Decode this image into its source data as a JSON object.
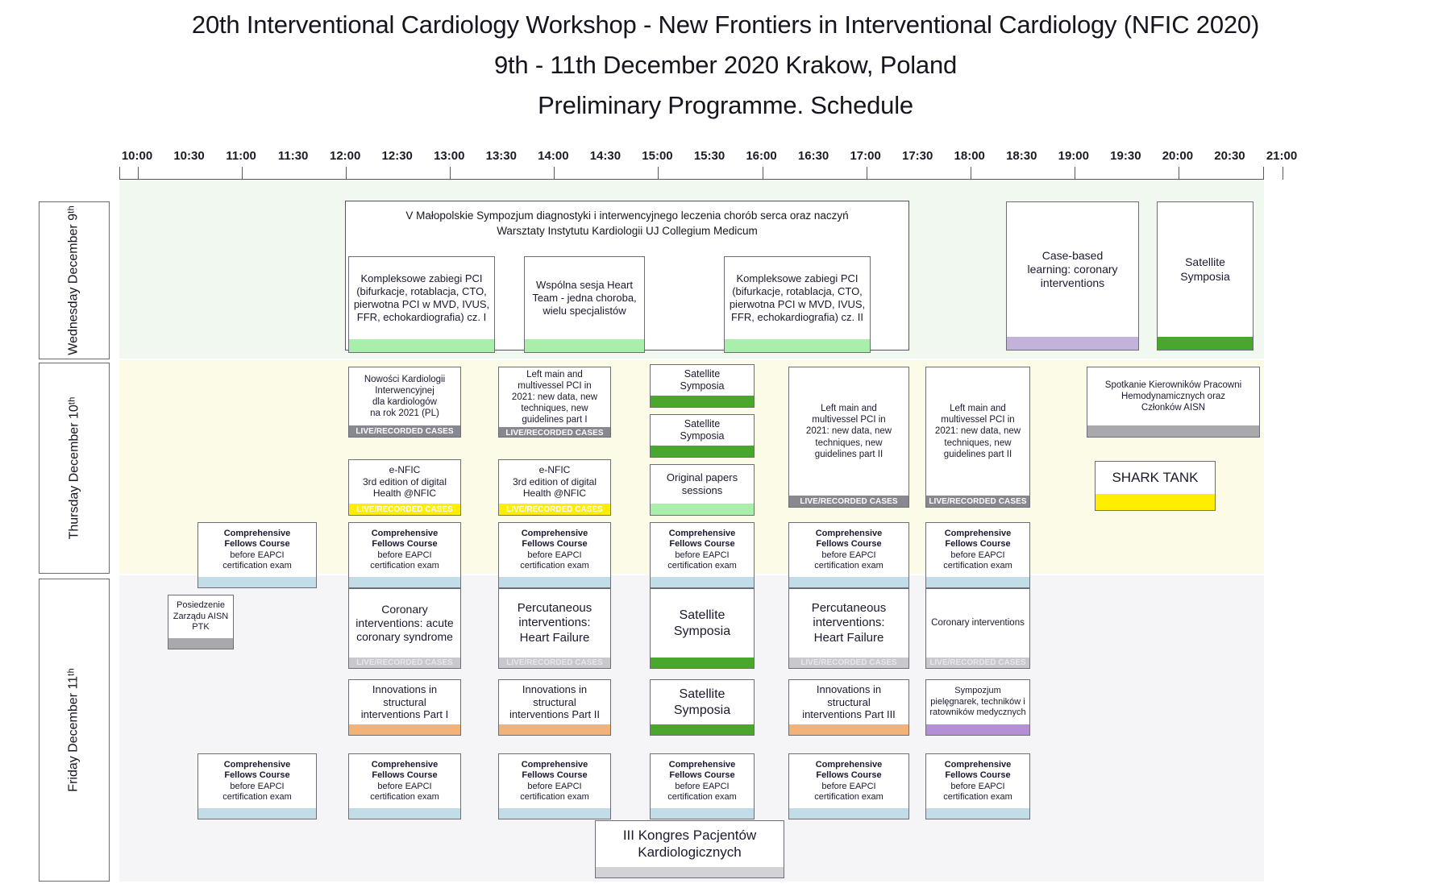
{
  "title": {
    "line1": "20th Interventional Cardiology Workshop - New Frontiers in Interventional Cardiology (NFIC 2020)",
    "line2": "9th - 11th December 2020 Krakow, Poland",
    "line3": "Preliminary Programme. Schedule"
  },
  "time_axis": {
    "labels": [
      "10:00",
      "10:30",
      "11:00",
      "11:30",
      "12:00",
      "12:30",
      "13:00",
      "13:30",
      "14:00",
      "14:30",
      "15:00",
      "15:30",
      "16:00",
      "16:30",
      "17:00",
      "17:30",
      "18:00",
      "18:30",
      "19:00",
      "19:30",
      "20:00",
      "20:30",
      "21:00"
    ]
  },
  "days": [
    {
      "key": "wednesday",
      "label": "Wednesday\nDecember 9ᵗʰ"
    },
    {
      "key": "thursday",
      "label": "Thursday\nDecember 10ᵗʰ"
    },
    {
      "key": "friday",
      "label": "Friday\nDecember 11ᵗʰ"
    }
  ],
  "wednesday": {
    "umbrella_title": "V Małopolskie Sympozjum diagnostyki i interwencyjnego leczenia  chorób serca oraz naczyń\nWarsztaty Instytutu Kardiologii UJ Collegium Medicum",
    "blocks": [
      {
        "name": "kompleksowe-pci-1",
        "text": "Kompleksowe zabiegi PCI\n(bifurkacje, rotablacja, CTO,\npierwotna PCI w MVD, IVUS,\nFFR, echokardiografia) cz. I",
        "bar": "green-light",
        "bar_label": ""
      },
      {
        "name": "wspolna-sesja-heart-team",
        "text": "Wspólna sesja Heart\nTeam - jedna choroba,\nwielu specjalistów",
        "bar": "green-light",
        "bar_label": ""
      },
      {
        "name": "kompleksowe-pci-2",
        "text": "Kompleksowe zabiegi PCI\n(bifurkacje, rotablacja, CTO,\npierwotna PCI w MVD, IVUS,\nFFR, echokardiografia)  cz. II",
        "bar": "green-light",
        "bar_label": ""
      },
      {
        "name": "case-based-learning",
        "text": "Case-based\nlearning: coronary\ninterventions",
        "bar": "lavender",
        "bar_label": ""
      },
      {
        "name": "satellite-symposia-wed",
        "text": "Satellite\nSymposia",
        "bar": "green-dark",
        "bar_label": ""
      }
    ]
  },
  "thursday": {
    "blocks": [
      {
        "name": "nowosci-kardiologii",
        "text": "Nowości Kardiologii\nInterwencyjnej\ndla kardiologów\nna rok 2021 (PL)",
        "bar": "grey",
        "bar_label": "LIVE/RECORDED CASES"
      },
      {
        "name": "left-main-part-1",
        "text": "Left main and\nmultivessel PCI in\n2021: new data, new\ntechniques, new\nguidelines part I",
        "bar": "grey",
        "bar_label": "LIVE/RECORDED CASES"
      },
      {
        "name": "satellite-symposia-thu-1",
        "text": "Satellite\nSymposia",
        "bar": "green-dark",
        "bar_label": ""
      },
      {
        "name": "satellite-symposia-thu-2",
        "text": "Satellite\nSymposia",
        "bar": "green-dark",
        "bar_label": ""
      },
      {
        "name": "left-main-part-2a",
        "text": "Left main and\nmultivessel PCI in\n2021: new data, new\ntechniques, new\nguidelines part II",
        "bar": "grey",
        "bar_label": "LIVE/RECORDED CASES"
      },
      {
        "name": "left-main-part-2b",
        "text": "Left main and\nmultivessel PCI in\n2021: new data, new\ntechniques, new\nguidelines part II",
        "bar": "grey",
        "bar_label": "LIVE/RECORDED CASES"
      },
      {
        "name": "spotkanie-kierownikow",
        "text": "Spotkanie Kierowników Pracowni\nHemodynamicznych oraz\nCzłonków AISN",
        "bar": "grey-plain",
        "bar_label": ""
      },
      {
        "name": "e-nfic-1",
        "text": "e-NFIC\n3rd edition of digital\nHealth @NFIC",
        "bar": "yellow",
        "bar_label": "LIVE/RECORDED CASES"
      },
      {
        "name": "e-nfic-2",
        "text": "e-NFIC\n3rd edition of digital\nHealth @NFIC",
        "bar": "yellow",
        "bar_label": "LIVE/RECORDED CASES"
      },
      {
        "name": "original-papers-sessions",
        "text": "Original papers\nsessions",
        "bar": "green-light",
        "bar_label": ""
      },
      {
        "name": "shark-tank",
        "text": "SHARK TANK",
        "bar": "yellow-solid",
        "bar_label": ""
      }
    ],
    "fellows_course": {
      "text_bold": "Comprehensive\nFellows Course",
      "text_regular": "before EAPCI\ncertification exam",
      "bar": "blue"
    }
  },
  "friday": {
    "blocks": [
      {
        "name": "posiedzenie-zarzadu",
        "text": "Posiedzenie\nZarządu AISN\nPTK",
        "bar": "grey-plain",
        "bar_label": ""
      },
      {
        "name": "coronary-interventions-acs",
        "text": "Coronary\ninterventions: acute\ncoronary syndrome",
        "bar": "grey-light",
        "bar_label": "LIVE/RECORDED CASES"
      },
      {
        "name": "percutaneous-heart-failure-1",
        "text": "Percutaneous\ninterventions:\nHeart Failure",
        "bar": "grey-light",
        "bar_label": "LIVE/RECORDED CASES"
      },
      {
        "name": "satellite-symposia-fri-1",
        "text": "Satellite\nSymposia",
        "bar": "green-dark",
        "bar_label": ""
      },
      {
        "name": "percutaneous-heart-failure-2",
        "text": "Percutaneous\ninterventions:\nHeart Failure",
        "bar": "grey-light",
        "bar_label": "LIVE/RECORDED CASES"
      },
      {
        "name": "coronary-interventions-right",
        "text": "Coronary interventions",
        "bar": "grey-light",
        "bar_label": "LIVE/RECORDED CASES"
      },
      {
        "name": "innovations-structural-1",
        "text": "Innovations in\nstructural\ninterventions Part I",
        "bar": "orange",
        "bar_label": ""
      },
      {
        "name": "innovations-structural-2",
        "text": "Innovations in\nstructural\ninterventions Part II",
        "bar": "orange",
        "bar_label": ""
      },
      {
        "name": "satellite-symposia-fri-2",
        "text": "Satellite\nSymposia",
        "bar": "green-dark",
        "bar_label": ""
      },
      {
        "name": "innovations-structural-3",
        "text": "Innovations in\nstructural\ninterventions Part III",
        "bar": "orange",
        "bar_label": ""
      },
      {
        "name": "sympozjum-pielegniarek",
        "text": "Sympozjum\npielęgnarek, techników i\nratowników medycznych",
        "bar": "purple",
        "bar_label": ""
      },
      {
        "name": "iii-kongres-pacjentow",
        "text": "III Kongres Pacjentów\nKardiologicznych",
        "bar": "softgrey",
        "bar_label": ""
      }
    ],
    "fellows_course": {
      "text_bold": "Comprehensive\nFellows Course",
      "text_regular": "before EAPCI\ncertification exam",
      "bar": "blue"
    }
  },
  "colors": {
    "green_light": "#a9efab",
    "green_dark": "#4aa72e",
    "grey_bar": "#888890",
    "yellow": "#ffee00",
    "lavender": "#c3b2da",
    "blue": "#c3dde8",
    "orange": "#f3b277",
    "purple": "#b58fd6",
    "row_wed_bg": "#f1f8f0",
    "row_thu_bg": "#fbfbe8",
    "row_fri_bg": "#f5f5f8"
  }
}
